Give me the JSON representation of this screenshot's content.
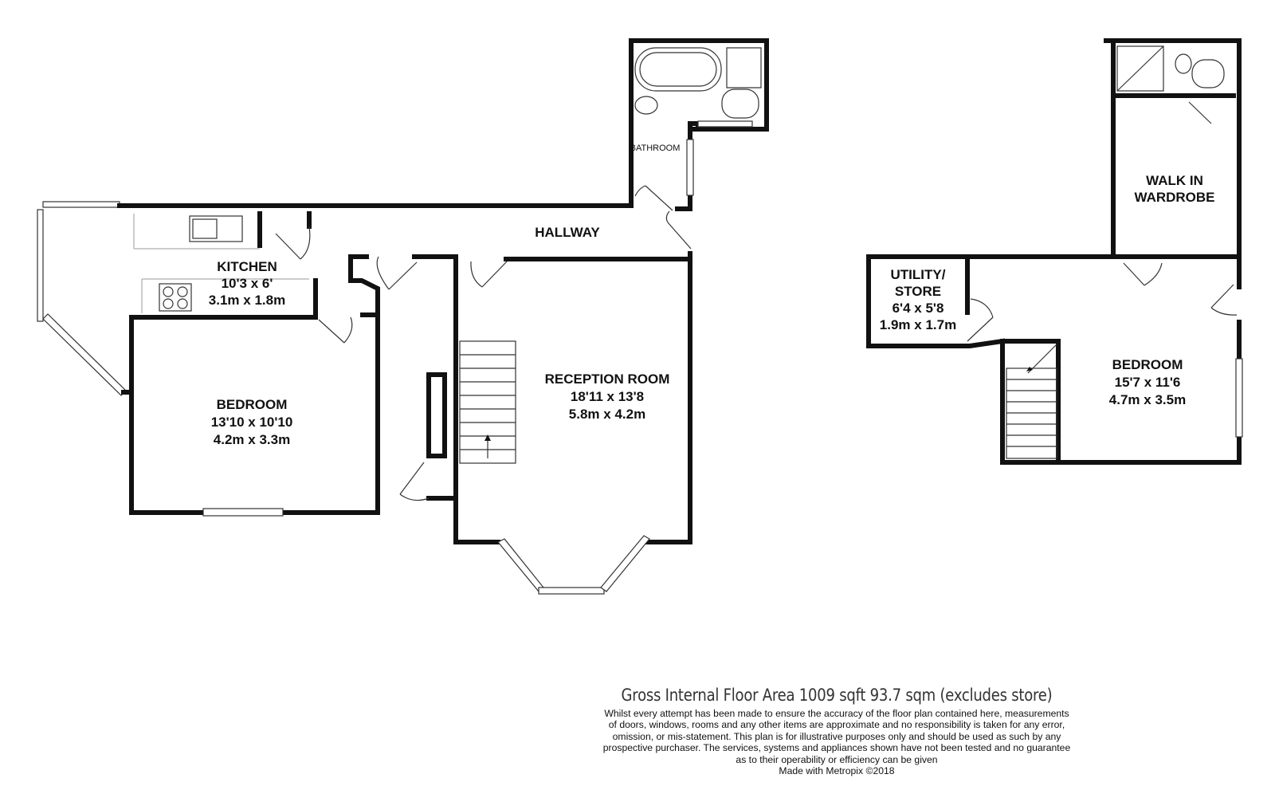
{
  "rooms": {
    "kitchen": {
      "name": "KITCHEN",
      "imperial": "10'3 x 6'",
      "metric": "3.1m x 1.8m"
    },
    "bedroom_ground": {
      "name": "BEDROOM",
      "imperial": "13'10 x 10'10",
      "metric": "4.2m x 3.3m"
    },
    "hallway": {
      "name": "HALLWAY"
    },
    "bathroom": {
      "name": "BATHROOM"
    },
    "reception": {
      "name": "RECEPTION ROOM",
      "imperial": "18'11 x 13'8",
      "metric": "5.8m x 4.2m"
    },
    "walk_in": {
      "name_line1": "WALK IN",
      "name_line2": "WARDROBE"
    },
    "utility": {
      "name_line1": "UTILITY/",
      "name_line2": "STORE",
      "imperial": "6'4 x 5'8",
      "metric": "1.9m x 1.7m"
    },
    "bedroom_upper": {
      "name": "BEDROOM",
      "imperial": "15'7 x 11'6",
      "metric": "4.7m x 3.5m"
    }
  },
  "footer": {
    "gross_area": "Gross Internal Floor Area 1009 sqft 93.7 sqm (excludes store)",
    "disclaimer_lines": [
      "Whilst every attempt has been made to ensure the accuracy of the floor plan contained here, measurements",
      "of doors, windows, rooms and any other items are approximate and no responsibility is taken for any error,",
      "omission, or mis-statement. This plan is for illustrative purposes only and should be used as such by any",
      "prospective purchaser. The services, systems and appliances shown have not been tested and no guarantee",
      "as to their operability or efficiency can be given",
      "Made with Metropix ©2018"
    ]
  }
}
